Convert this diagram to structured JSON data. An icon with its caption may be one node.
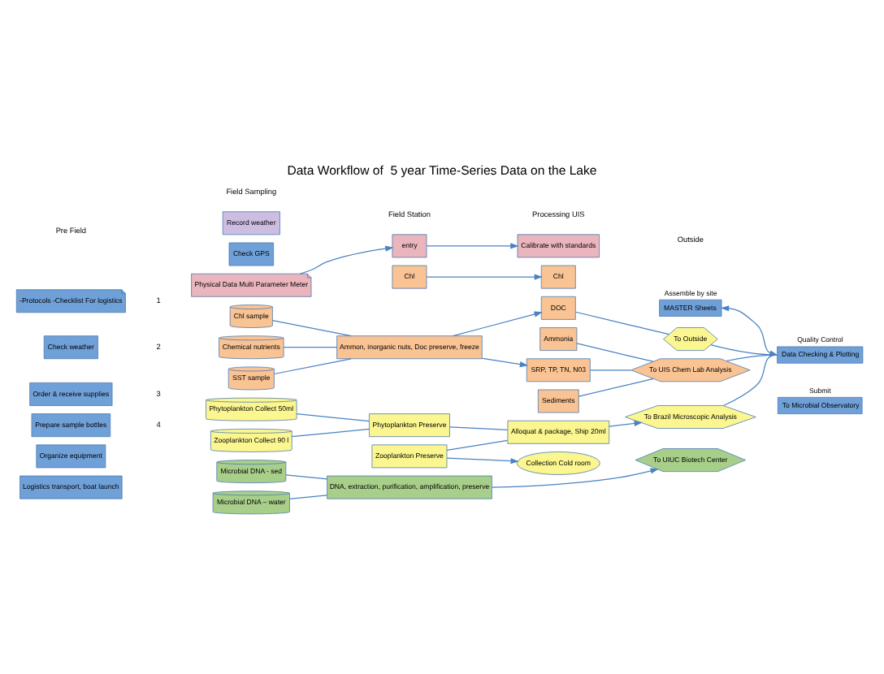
{
  "diagram": {
    "title": "Data Workflow of  5 year Time-Series Data on the Lake",
    "nodes": [
      {
        "text": [
          "-Protocols -Checklist For logistics"
        ]
      },
      {
        "text": [
          "Check weather"
        ]
      },
      {
        "text": [
          "Order & receive supplies"
        ]
      },
      {
        "text": [
          "Prepare sample bottles"
        ]
      },
      {
        "text": [
          "Organize equipment"
        ]
      },
      {
        "text": [
          "Logistics transport, boat launch"
        ]
      },
      {
        "text": [
          "Record weather"
        ]
      },
      {
        "text": [
          "Check GPS"
        ]
      },
      {
        "text": [
          "Physical Data Multi Parameter Meter"
        ]
      },
      {
        "text": [
          "entry"
        ]
      },
      {
        "text": [
          "Calibrate with standards"
        ]
      },
      {
        "text": [
          "To Outside"
        ]
      },
      {
        "text": [
          "Chl sample"
        ]
      },
      {
        "text": [
          "Chemical nutrients"
        ]
      },
      {
        "text": [
          "SST sample"
        ]
      },
      {
        "text": [
          "Chl"
        ]
      },
      {
        "text": [
          "Ammon, inorganic nuts, Doc preserve, freeze"
        ]
      },
      {
        "text": [
          "Chl"
        ]
      },
      {
        "text": [
          "DOC"
        ]
      },
      {
        "text": [
          "Ammonia"
        ]
      },
      {
        "text": [
          "SRP, TP, TN, N03"
        ]
      },
      {
        "text": [
          "Sediments"
        ]
      },
      {
        "text": [
          "To UIS Chem Lab Analysis"
        ]
      },
      {
        "text": [
          "Phytoplankton Collect 50ml"
        ]
      },
      {
        "text": [
          "Zooplankton Collect 90 l"
        ]
      },
      {
        "text": [
          "Phytoplankton Preserve"
        ]
      },
      {
        "text": [
          "Zooplankton Preserve"
        ]
      },
      {
        "text": [
          "Alloquat & package, Ship 20ml"
        ]
      },
      {
        "text": [
          "Collection Cold room"
        ]
      },
      {
        "text": [
          "To Brazil Microscopic Analysis"
        ]
      },
      {
        "text": [
          "Microbial DNA - sed"
        ]
      },
      {
        "text": [
          "Microbial DNA – water"
        ]
      },
      {
        "text": [
          "DNA, extraction, purification, amplification, preserve"
        ]
      },
      {
        "text": [
          "To UIUC Biotech Center"
        ]
      },
      {
        "text": [
          "MASTER Sheets"
        ],
        "beside": [
          "Assemble by site"
        ]
      },
      {
        "text": [
          "Data Checking & Plotting"
        ],
        "beside": [
          "Quality Control"
        ]
      },
      {
        "text": [
          "To Microbial Observatory"
        ],
        "beside": [
          "Submit"
        ]
      }
    ],
    "edges": [
      {
        "from": 8,
        "to": 9,
        "arrow": "to"
      },
      {
        "from": 9,
        "to": 10,
        "arrow": "to"
      },
      {
        "from": 12,
        "to": 16,
        "arrow": "none"
      },
      {
        "from": 13,
        "to": 16,
        "arrow": "none"
      },
      {
        "from": 14,
        "to": 16,
        "arrow": "none"
      },
      {
        "from": 15,
        "to": 17,
        "arrow": "to"
      },
      {
        "from": 16,
        "to": 18,
        "arrow": "to"
      },
      {
        "from": 16,
        "to": 20,
        "arrow": "to"
      },
      {
        "from": 18,
        "to": 11,
        "arrow": "none"
      },
      {
        "from": 19,
        "to": 22,
        "arrow": "none"
      },
      {
        "from": 20,
        "to": 22,
        "arrow": "none"
      },
      {
        "from": 21,
        "to": 22,
        "arrow": "none"
      },
      {
        "from": 23,
        "to": 25,
        "arrow": "none"
      },
      {
        "from": 24,
        "to": 25,
        "arrow": "none"
      },
      {
        "from": 25,
        "to": 27,
        "arrow": "none"
      },
      {
        "from": 26,
        "to": 27,
        "arrow": "none"
      },
      {
        "from": 26,
        "to": 28,
        "arrow": "to"
      },
      {
        "from": 27,
        "to": 29,
        "arrow": "to"
      },
      {
        "from": 30,
        "to": 32,
        "arrow": "none"
      },
      {
        "from": 31,
        "to": 32,
        "arrow": "none"
      },
      {
        "from": 32,
        "to": 33,
        "arrow": "to"
      },
      {
        "from": 11,
        "to": 35,
        "arrow": "none"
      },
      {
        "from": 22,
        "to": 35,
        "arrow": "none"
      },
      {
        "from": 29,
        "to": 35,
        "arrow": "none"
      },
      {
        "from": 34,
        "to": 35,
        "arrow": "both"
      }
    ],
    "labels": [
      "Pre Field",
      "Field Sampling",
      "Field Station",
      "Processing UIS",
      "Outside",
      "1",
      "2",
      "3",
      "4"
    ]
  }
}
